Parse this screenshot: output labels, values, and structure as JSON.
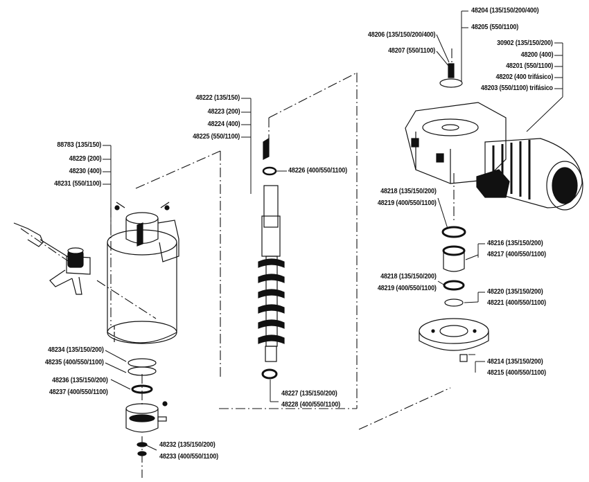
{
  "callouts": {
    "top_right": [
      "48204 (135/150/200/400)",
      "48205 (550/1100)",
      "48206 (135/150/200/400)",
      "48207 (550/1100)",
      "30902 (135/150/200)",
      "48200 (400)",
      "48201 (550/1100)",
      "48202 (400 trifásico)",
      "48203 (550/1100) trifásico"
    ],
    "shaft": [
      "48222 (135/150)",
      "48223 (200)",
      "48224 (400)",
      "48225 (550/1100)",
      "48226 (400/550/1100)",
      "48227 (135/150/200)",
      "48228 (400/550/1100)"
    ],
    "hopper": [
      "88783 (135/150)",
      "48229 (200)",
      "48230 (400)",
      "48231 (550/1100)"
    ],
    "bottom_left": [
      "48234 (135/150/200)",
      "48235 (400/550/1100)",
      "48236 (135/150/200)",
      "48237 (400/550/1100)",
      "48232 (135/150/200)",
      "48233 (400/550/1100)"
    ],
    "gearbox_parts": [
      "48218 (135/150/200)",
      "48219 (400/550/1100)",
      "48216 (135/150/200)",
      "48217 (400/550/1100)",
      "48218 (135/150/200)",
      "48219 (400/550/1100)",
      "48220 (135/150/200)",
      "48221 (400/550/1100)",
      "48214 (135/150/200)",
      "48215 (400/550/1100)"
    ]
  }
}
